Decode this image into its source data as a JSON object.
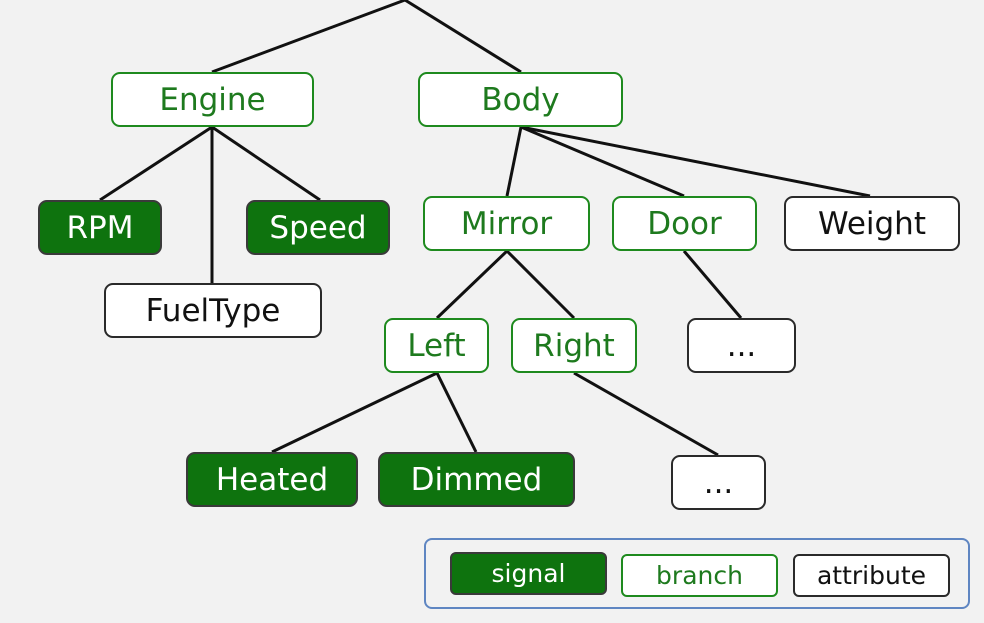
{
  "diagram": {
    "nodes": {
      "engine": {
        "label": "Engine",
        "kind": "branch"
      },
      "body": {
        "label": "Body",
        "kind": "branch"
      },
      "rpm": {
        "label": "RPM",
        "kind": "signal"
      },
      "speed": {
        "label": "Speed",
        "kind": "signal"
      },
      "fueltype": {
        "label": "FuelType",
        "kind": "attribute"
      },
      "mirror": {
        "label": "Mirror",
        "kind": "branch"
      },
      "door": {
        "label": "Door",
        "kind": "branch"
      },
      "weight": {
        "label": "Weight",
        "kind": "attribute"
      },
      "left": {
        "label": "Left",
        "kind": "branch"
      },
      "right": {
        "label": "Right",
        "kind": "branch"
      },
      "door_more": {
        "label": "...",
        "kind": "attribute"
      },
      "heated": {
        "label": "Heated",
        "kind": "signal"
      },
      "dimmed": {
        "label": "Dimmed",
        "kind": "signal"
      },
      "right_more": {
        "label": "...",
        "kind": "attribute"
      }
    },
    "edges": [
      [
        "root",
        "engine"
      ],
      [
        "root",
        "body"
      ],
      [
        "engine",
        "rpm"
      ],
      [
        "engine",
        "fueltype"
      ],
      [
        "engine",
        "speed"
      ],
      [
        "body",
        "mirror"
      ],
      [
        "body",
        "door"
      ],
      [
        "body",
        "weight"
      ],
      [
        "mirror",
        "left"
      ],
      [
        "mirror",
        "right"
      ],
      [
        "door",
        "door_more"
      ],
      [
        "left",
        "heated"
      ],
      [
        "left",
        "dimmed"
      ],
      [
        "right",
        "right_more"
      ]
    ]
  },
  "legend": {
    "signal": "signal",
    "branch": "branch",
    "attribute": "attribute"
  },
  "colors": {
    "signal_fill": "#0e730e",
    "branch_border": "#1e8a1e",
    "legend_border": "#5f86c2"
  }
}
